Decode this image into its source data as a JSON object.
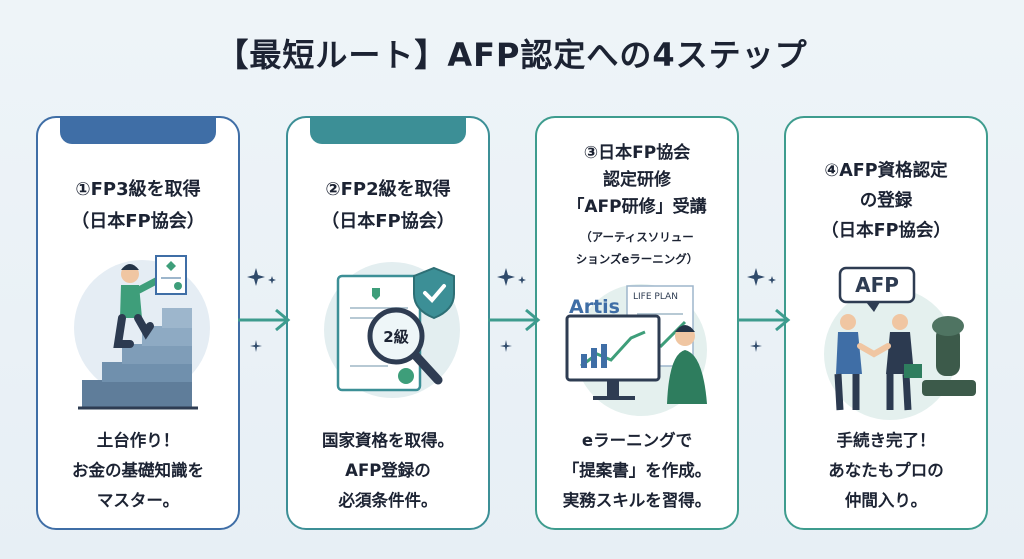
{
  "title": "【最短ルート】AFP認定への4ステップ",
  "colors": {
    "step1": "#3f6ea6",
    "step2": "#3c8f96",
    "step3": "#3e9c8e",
    "step4": "#3e9c8e",
    "sparkle": "#2f4a6a"
  },
  "steps": [
    {
      "heading": [
        "①FP3級を取得",
        "（日本FP協会）"
      ],
      "description": [
        "土台作り！",
        "お金の基礎知識を",
        "マスター。"
      ],
      "icon": "person-climbing-stairs-with-certificate"
    },
    {
      "heading": [
        "②FP2級を取得",
        "（日本FP協会）"
      ],
      "badge": "2級",
      "description": [
        "国家資格を取得。",
        "AFP登録の",
        "必須条件件。"
      ],
      "icon": "certificate-with-magnifier-and-shield"
    },
    {
      "heading": [
        "③日本FP協会",
        "認定研修",
        "「AFP研修」受講"
      ],
      "subheading": [
        "（アーティスソリュー",
        "ションズeラーニング）"
      ],
      "brand": "Artis",
      "doc_label": "LIFE PLAN",
      "description": [
        "eラーニングで",
        "「提案書」を作成。",
        "実務スキルを習得。"
      ],
      "icon": "person-at-computer-elearning"
    },
    {
      "heading": [
        "④AFP資格認定",
        "の登録",
        "（日本FP協会）"
      ],
      "badge": "AFP",
      "description": [
        "手続き完了！",
        "あなたもプロの",
        "仲間入り。"
      ],
      "icon": "handshake-and-stamp"
    }
  ]
}
